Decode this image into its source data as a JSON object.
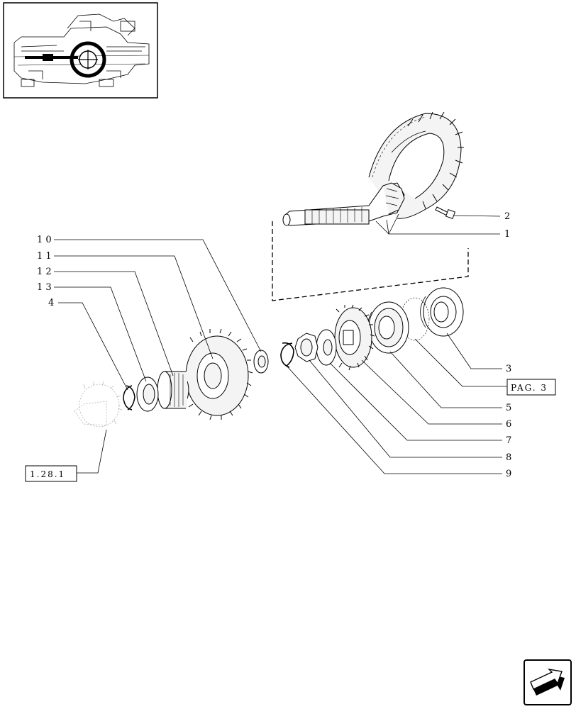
{
  "callouts": [
    {
      "id": "1",
      "text": "1"
    },
    {
      "id": "2",
      "text": "2"
    },
    {
      "id": "3",
      "text": "3"
    },
    {
      "id": "4",
      "text": "4"
    },
    {
      "id": "5",
      "text": "5"
    },
    {
      "id": "6",
      "text": "6"
    },
    {
      "id": "7",
      "text": "7"
    },
    {
      "id": "8",
      "text": "8"
    },
    {
      "id": "9",
      "text": "9"
    },
    {
      "id": "10",
      "text": "1 0"
    },
    {
      "id": "11",
      "text": "1 1"
    },
    {
      "id": "12",
      "text": "1 2"
    },
    {
      "id": "13",
      "text": "1 3"
    }
  ],
  "references": {
    "page_ref": "PAG. 3",
    "section_ref": "1.28.1"
  },
  "icons": {
    "overview": "tractor-transmission-overview-thumbnail",
    "navigation": "next-page-arrow-icon"
  }
}
